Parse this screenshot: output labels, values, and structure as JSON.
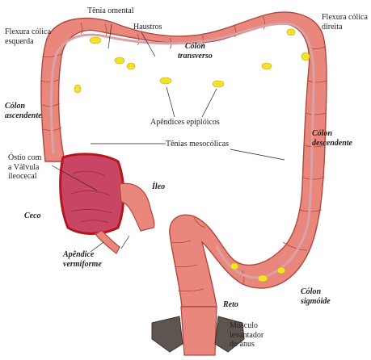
{
  "labels": {
    "tenia_omental": "Tênia omental",
    "haustros": "Haustros",
    "flexura_esquerda": [
      "Flexura cólica",
      "esquerda"
    ],
    "flexura_direita": [
      "Flexura cólica",
      "direita"
    ],
    "colon_transverso": [
      "Cólon",
      "transverso"
    ],
    "colon_ascendente": [
      "Cólon",
      "ascendente"
    ],
    "apendices_epiploicos": "Apêndices epiplóicos",
    "tenias_mesocolicas": "Tênias mesocólicas",
    "colon_descendente": [
      "Cólon",
      "descendente"
    ],
    "ostio": [
      "Óstio com",
      "a Válvula",
      "ileocecal"
    ],
    "ileo": "Íleo",
    "ceco": "Ceco",
    "apendice": [
      "Apêndice",
      "vermiforme"
    ],
    "colon_sigmoide": [
      "Cólon",
      "sigmóide"
    ],
    "reto": "Reto",
    "musculo": [
      "Músculo",
      "levantador",
      "do ânus"
    ]
  },
  "colors": {
    "colon_fill": "#e9877c",
    "colon_stroke": "#b0473f",
    "tenia": "#d9a2a6",
    "cecum_fill": "#c84566",
    "cecum_stroke": "#b5161b",
    "appendices": "#f3e22a",
    "muscle": "#5e5450",
    "text": "#222222"
  }
}
